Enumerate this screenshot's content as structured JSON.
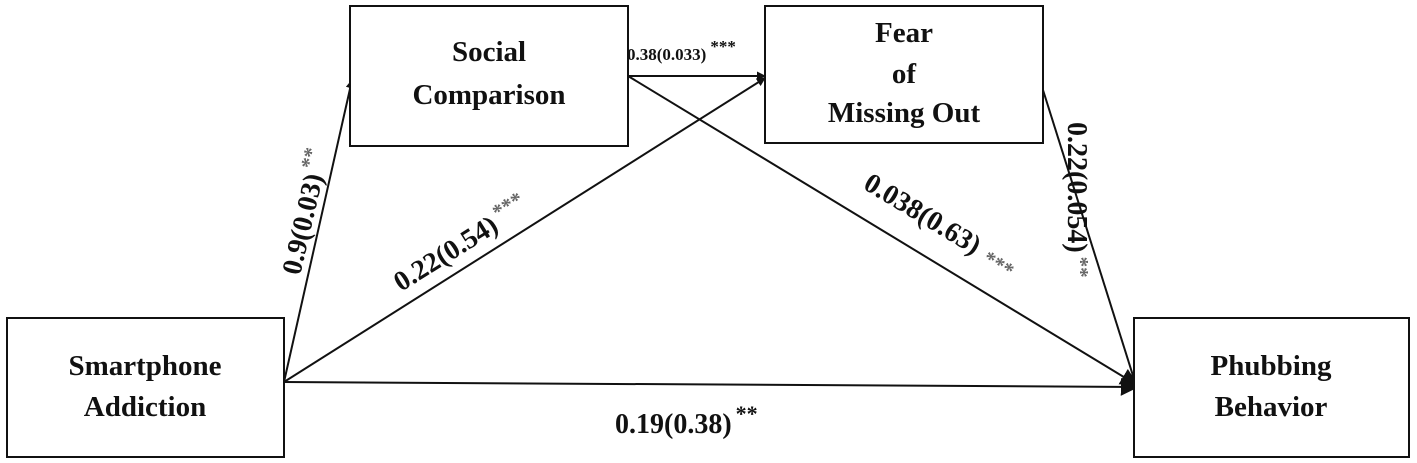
{
  "nodes": {
    "smartphone_addiction": {
      "line1": "Smartphone",
      "line2": "Addiction"
    },
    "social_comparison": {
      "line1": "Social",
      "line2": "Comparison"
    },
    "fear_of_missing_out": {
      "line1": "Fear",
      "line2": "of",
      "line3": "Missing Out"
    },
    "phubbing_behavior": {
      "line1": "Phubbing",
      "line2": "Behavior"
    }
  },
  "paths": {
    "sa_to_sc": {
      "coef": "0.9(0.03)",
      "stars": "**"
    },
    "sa_to_fomo": {
      "coef": "0.22(0.54)",
      "stars": "***"
    },
    "sc_to_fomo": {
      "coef": "0.38(0.033)",
      "stars": "***"
    },
    "sc_to_pb": {
      "coef": "0.038(0.63)",
      "stars": "***"
    },
    "fomo_to_pb": {
      "coef": "0.22(0.054)",
      "stars": "**"
    },
    "sa_to_pb": {
      "coef": "0.19(0.38)",
      "stars": "**"
    }
  }
}
